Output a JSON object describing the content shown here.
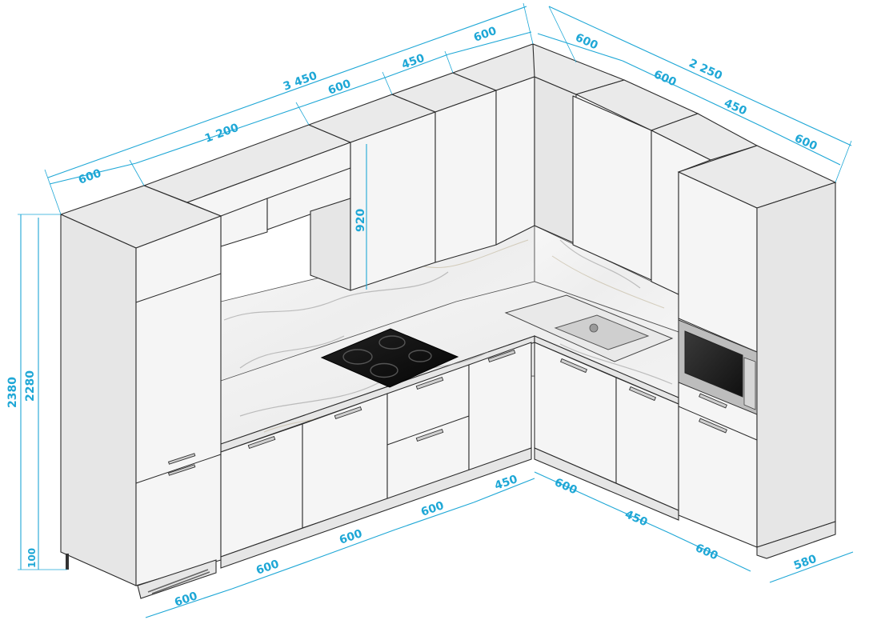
{
  "dimensions": {
    "top_left_run": {
      "total": "3 450",
      "group": "1 200",
      "seg_1": "600",
      "seg_2": "600",
      "seg_3": "450",
      "seg_4": "600"
    },
    "top_right_run": {
      "total": "2 250",
      "seg_1": "600",
      "seg_2": "600",
      "seg_3": "450",
      "seg_4": "600"
    },
    "heights": {
      "overall": "2380",
      "body": "2280",
      "plinth": "100",
      "wall_cabinet": "920"
    },
    "bottom_left_run": {
      "seg_1": "600",
      "seg_2": "600",
      "seg_3": "600",
      "seg_4": "600",
      "seg_5": "450"
    },
    "bottom_right_run": {
      "seg_1": "600",
      "seg_2": "450",
      "seg_3": "600",
      "depth": "580"
    }
  },
  "colors": {
    "dimension_lines": "#1ea7d6",
    "cabinet_fill": "#f5f5f5",
    "outline": "#2b2b2b",
    "hob": "#111111",
    "sink": "#d8d8d8"
  },
  "icons": {
    "hob": "induction-hob-icon",
    "sink": "sink-icon",
    "oven": "built-in-oven-icon"
  }
}
